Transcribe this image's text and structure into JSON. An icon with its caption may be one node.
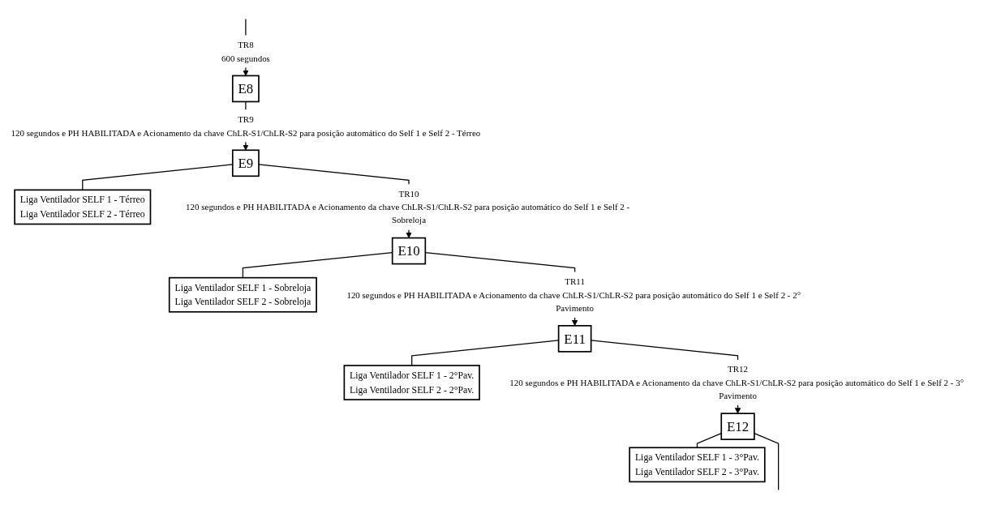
{
  "diagram": {
    "nodes": [
      {
        "text": [
          "TR8",
          "600 segundos"
        ]
      },
      {
        "text": [
          "E8"
        ]
      },
      {
        "text": [
          "TR9",
          "120 segundos e PH HABILITADA e Acionamento da chave ChLR-S1/ChLR-S2 para posição automático do Self 1 e Self 2 - Térreo"
        ]
      },
      {
        "text": [
          "E9"
        ]
      },
      {
        "text": [
          "Liga Ventilador SELF 1 - Térreo",
          "Liga Ventilador SELF 2 - Térreo"
        ]
      },
      {
        "text": [
          "TR10",
          "120 segundos e PH HABILITADA e Acionamento da chave ChLR-S1/ChLR-S2 para posição automático do Self 1 e Self 2 - Sobreloja"
        ]
      },
      {
        "text": [
          "E10"
        ]
      },
      {
        "text": [
          "Liga Ventilador SELF 1 - Sobreloja",
          "Liga Ventilador SELF 2 - Sobreloja"
        ]
      },
      {
        "text": [
          "TR11",
          "120 segundos e PH HABILITADA e Acionamento da chave ChLR-S1/ChLR-S2 para posição automático do Self 1 e Self 2 - 2° Pavimento"
        ]
      },
      {
        "text": [
          "E11"
        ]
      },
      {
        "text": [
          "Liga Ventilador SELF 1 - 2°Pav.",
          "Liga Ventilador SELF 2 - 2°Pav."
        ]
      },
      {
        "text": [
          "TR12",
          "120 segundos e PH HABILITADA e Acionamento da chave ChLR-S1/ChLR-S2 para posição automático do Self 1 e Self 2 - 3° Pavimento"
        ]
      },
      {
        "text": [
          "E12"
        ]
      },
      {
        "text": [
          "Liga Ventilador SELF 1 - 3°Pav.",
          "Liga Ventilador SELF 2 - 3°Pav."
        ]
      }
    ],
    "edges": [
      {
        "from": null,
        "to": 0,
        "arrow": "none"
      },
      {
        "from": 0,
        "to": 1,
        "arrow": "to"
      },
      {
        "from": 1,
        "to": 2,
        "arrow": "none"
      },
      {
        "from": 2,
        "to": 3,
        "arrow": "to"
      },
      {
        "from": 3,
        "to": 4,
        "arrow": "none"
      },
      {
        "from": 3,
        "to": 5,
        "arrow": "none"
      },
      {
        "from": 5,
        "to": 6,
        "arrow": "to"
      },
      {
        "from": 6,
        "to": 7,
        "arrow": "none"
      },
      {
        "from": 6,
        "to": 8,
        "arrow": "none"
      },
      {
        "from": 8,
        "to": 9,
        "arrow": "to"
      },
      {
        "from": 9,
        "to": 10,
        "arrow": "none"
      },
      {
        "from": 9,
        "to": 11,
        "arrow": "none"
      },
      {
        "from": 11,
        "to": 12,
        "arrow": "to"
      },
      {
        "from": 12,
        "to": 13,
        "arrow": "none"
      },
      {
        "from": 12,
        "to": null,
        "arrow": "none"
      }
    ]
  }
}
